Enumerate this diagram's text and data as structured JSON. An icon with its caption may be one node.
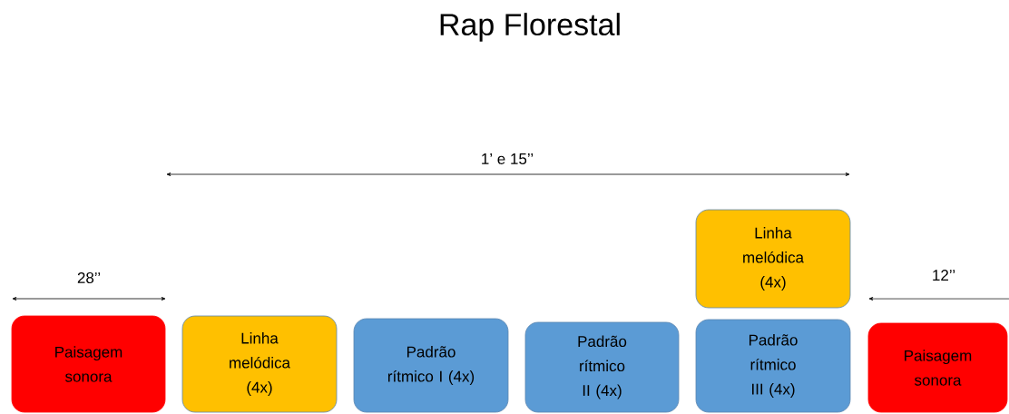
{
  "diagram": {
    "title": "Rap Florestal",
    "nodes": [
      {
        "text": [
          "Paisagem sonora"
        ]
      },
      {
        "text": [
          "Linha melódica (4x)"
        ]
      },
      {
        "text": [
          "Padrão rítmico I (4x)"
        ]
      },
      {
        "text": [
          "Padrão rítmico II (4x)"
        ]
      },
      {
        "text": [
          "Linha melódica (4x)"
        ]
      },
      {
        "text": [
          "Padrão rítmico III (4x)"
        ]
      },
      {
        "text": [
          "Paisagem sonora"
        ]
      }
    ],
    "labels": [
      "1’ e 15’’",
      "28’’",
      "12’’"
    ]
  }
}
